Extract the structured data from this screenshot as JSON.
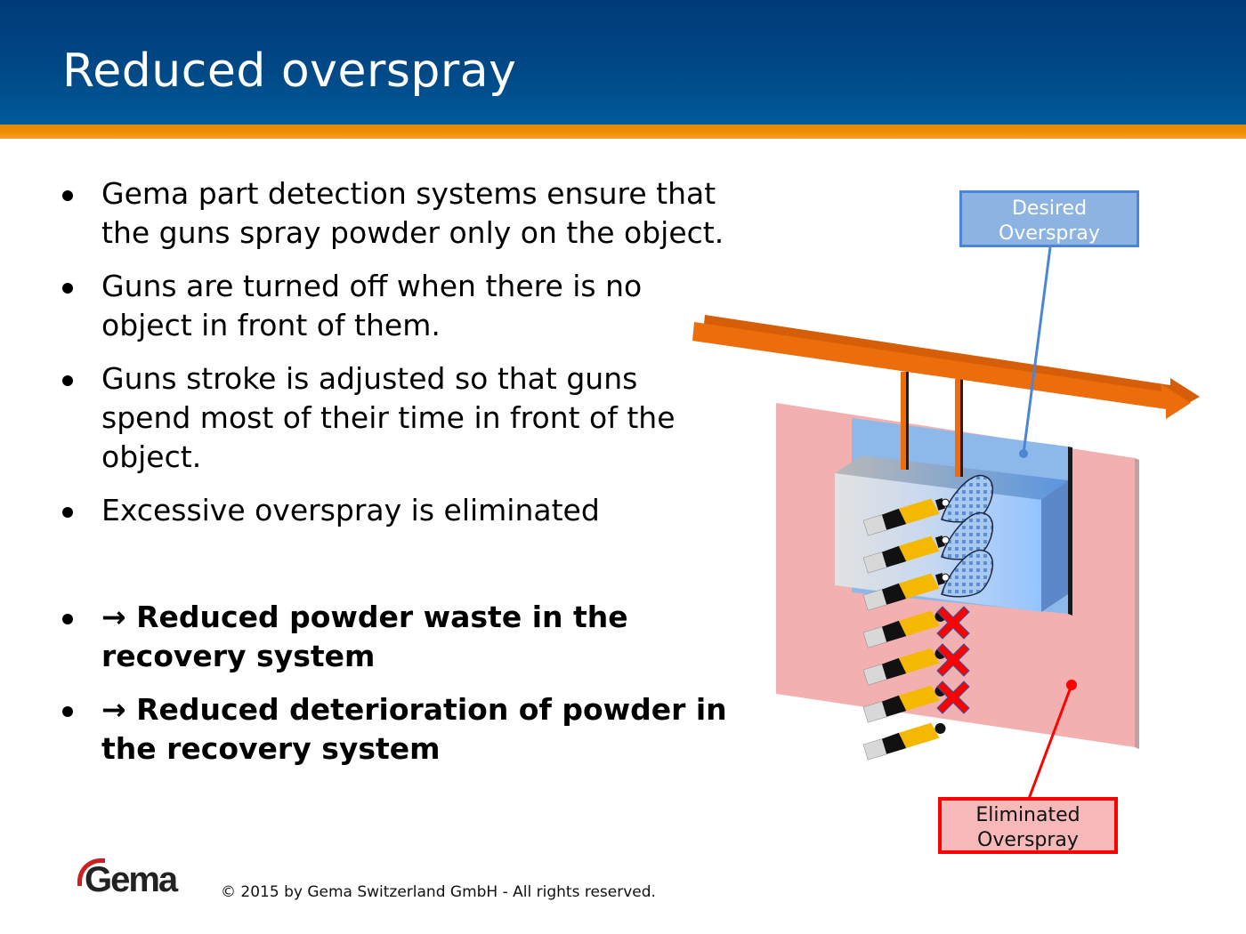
{
  "header": {
    "title": "Reduced overspray"
  },
  "bullets": [
    {
      "text": "Gema part detection systems ensure that the guns spray powder only on the object.",
      "bold": false
    },
    {
      "text": "Guns are turned off when there is no object in front of them.",
      "bold": false
    },
    {
      "text": "Guns stroke is adjusted so that guns spend most of their time in front of the object.",
      "bold": false
    },
    {
      "text": "Excessive overspray is eliminated",
      "bold": false
    },
    {
      "text": "→ Reduced powder waste in the recovery system",
      "bold": true
    },
    {
      "text": "→ Reduced deterioration of powder in the recovery system",
      "bold": true
    }
  ],
  "diagram": {
    "desired_label": "Desired Overspray",
    "eliminated_label": "Eliminated Overspray",
    "active_guns": 3,
    "inactive_guns": 4,
    "colors": {
      "conveyor": "#eb6d0c",
      "desired_zone": "#8db3e2",
      "eliminated_zone": "#f2b0b0",
      "gun_body": "#f5b800",
      "cross": "#ff0000"
    }
  },
  "footer": {
    "logo": "Gema",
    "copyright": "© 2015 by Gema Switzerland GmbH - All rights reserved."
  }
}
